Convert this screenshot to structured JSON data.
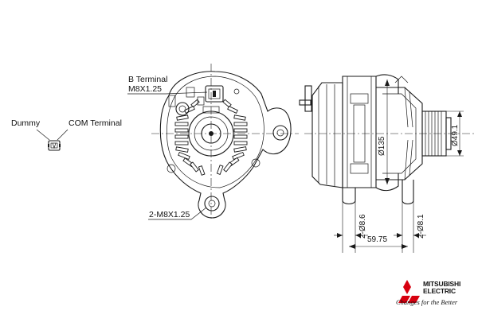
{
  "labels": {
    "b_terminal": "B Terminal",
    "b_terminal_thread": "M8X1.25",
    "dummy": "Dummy",
    "com_terminal": "COM Terminal",
    "mount_thread": "2-M8X1.25"
  },
  "dimensions": {
    "housing_diameter": "Ø135",
    "pulley_diameter": "Ø49.1",
    "hole_left": "2-Ø8.6",
    "hole_right": "2-Ø8.1",
    "hole_spacing": "59.75"
  },
  "logo": {
    "brand_line1": "MITSUBISHI",
    "brand_line2": "ELECTRIC",
    "tagline": "Changes for the Better",
    "color": "#d7000f"
  }
}
